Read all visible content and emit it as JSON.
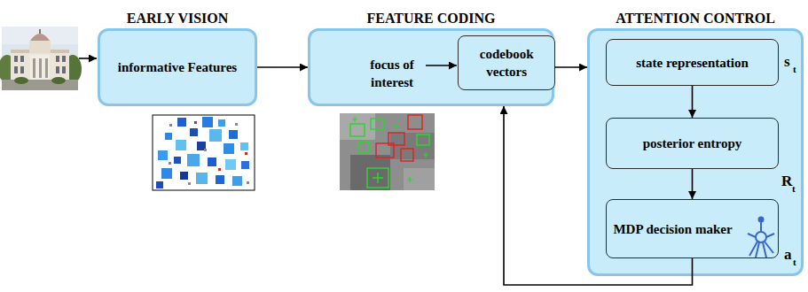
{
  "diagram": {
    "nodes": [
      {
        "text": [
          "EARLY VISION",
          "informative Features"
        ]
      },
      {
        "text": [
          "FEATURE CODING",
          "focus of interest"
        ]
      },
      {
        "text": [
          "codebook vectors"
        ],
        "in": 1
      },
      {
        "text": [
          "ATTENTION CONTROL"
        ]
      },
      {
        "text": [
          "state representation"
        ],
        "in": 3
      },
      {
        "text": [
          "posterior entropy"
        ],
        "in": 3
      },
      {
        "text": [
          "MDP decision maker"
        ],
        "in": 3
      }
    ],
    "edges": [
      {
        "from": 0,
        "to": 1,
        "arrow": "to"
      },
      {
        "from": 1,
        "to": 3,
        "arrow": "to"
      },
      {
        "from": 4,
        "to": 5,
        "arrow": "to"
      },
      {
        "from": 5,
        "to": 6,
        "arrow": "to"
      },
      {
        "from": 6,
        "to": 1,
        "arrow": "to"
      }
    ],
    "labels": [
      "s",
      "t",
      "R",
      "t",
      "a",
      "t"
    ]
  }
}
